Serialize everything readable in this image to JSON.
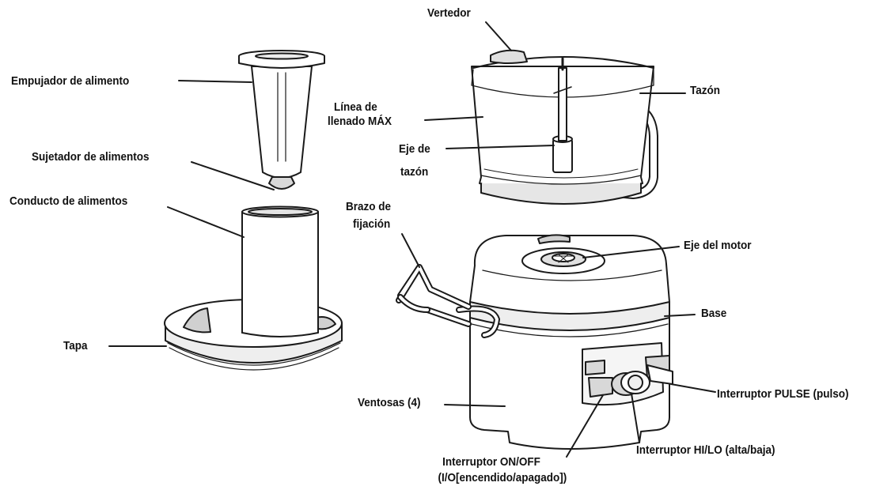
{
  "labels": {
    "vertedor": "Vertedor",
    "empujador": "Empujador de alimento",
    "linea_1": "Línea de",
    "linea_2": "llenado MÁX",
    "tazon": "Tazón",
    "eje_tazon_1": "Eje de",
    "eje_tazon_2": "tazón",
    "sujetador": "Sujetador de alimentos",
    "conducto": "Conducto de alimentos",
    "brazo_1": "Brazo de",
    "brazo_2": "fijación",
    "eje_motor": "Eje del motor",
    "base": "Base",
    "tapa": "Tapa",
    "ventosas": "Ventosas (4)",
    "pulse": "Interruptor PULSE (pulso)",
    "hilo": "Interruptor HI/LO (alta/baja)",
    "onoff_1": "Interruptor ON/OFF",
    "onoff_2": "(I/O[encendido/apagado])"
  },
  "colors": {
    "stroke": "#1a1a1a",
    "text": "#111111",
    "fill": "#ffffff",
    "shade": "#d8d8d8"
  }
}
